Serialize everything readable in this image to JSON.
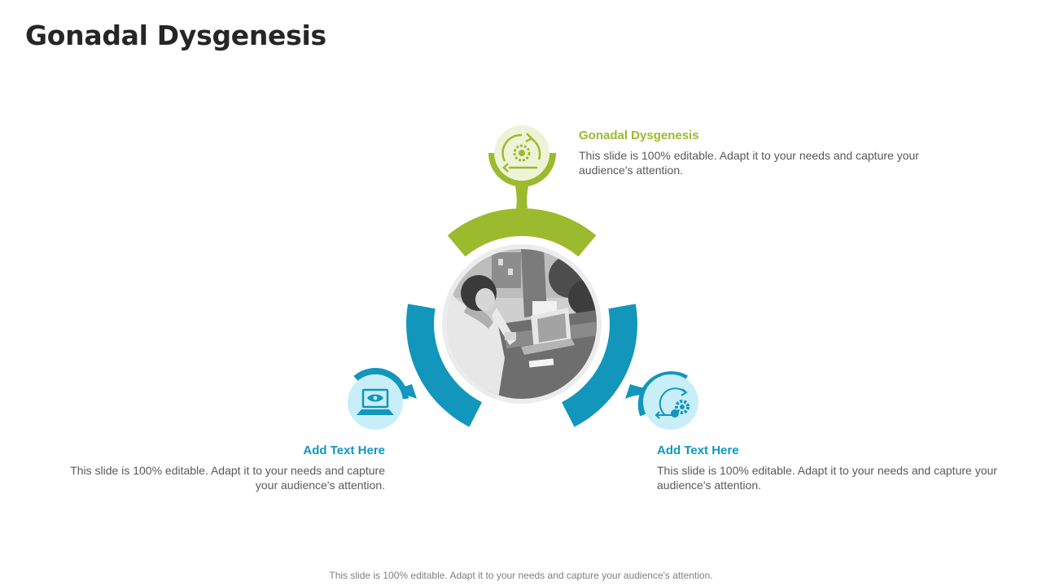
{
  "title": "Gonadal Dysgenesis",
  "colors": {
    "green": "#9bba2d",
    "blue": "#1296bc",
    "light_green": "#eef3d8",
    "light_blue": "#c8eef8"
  },
  "items": [
    {
      "heading": "Gonadal Dysgenesis",
      "text": "This slide is 100% editable. Adapt it to your needs and capture your audience's attention.",
      "icon": "cycle-gear-icon",
      "color": "green"
    },
    {
      "heading": "Add Text Here",
      "text": "This slide is 100% editable. Adapt it to your needs and capture your audience's attention.",
      "icon": "laptop-eye-icon",
      "color": "blue"
    },
    {
      "heading": "Add Text Here",
      "text": "This slide is 100% editable. Adapt it to your needs and capture your audience's attention.",
      "icon": "process-gear-icon",
      "color": "blue"
    }
  ],
  "center_image": "person-working-on-laptop-photo",
  "footer": "This slide is 100% editable. Adapt it to your needs and capture your audience's attention."
}
